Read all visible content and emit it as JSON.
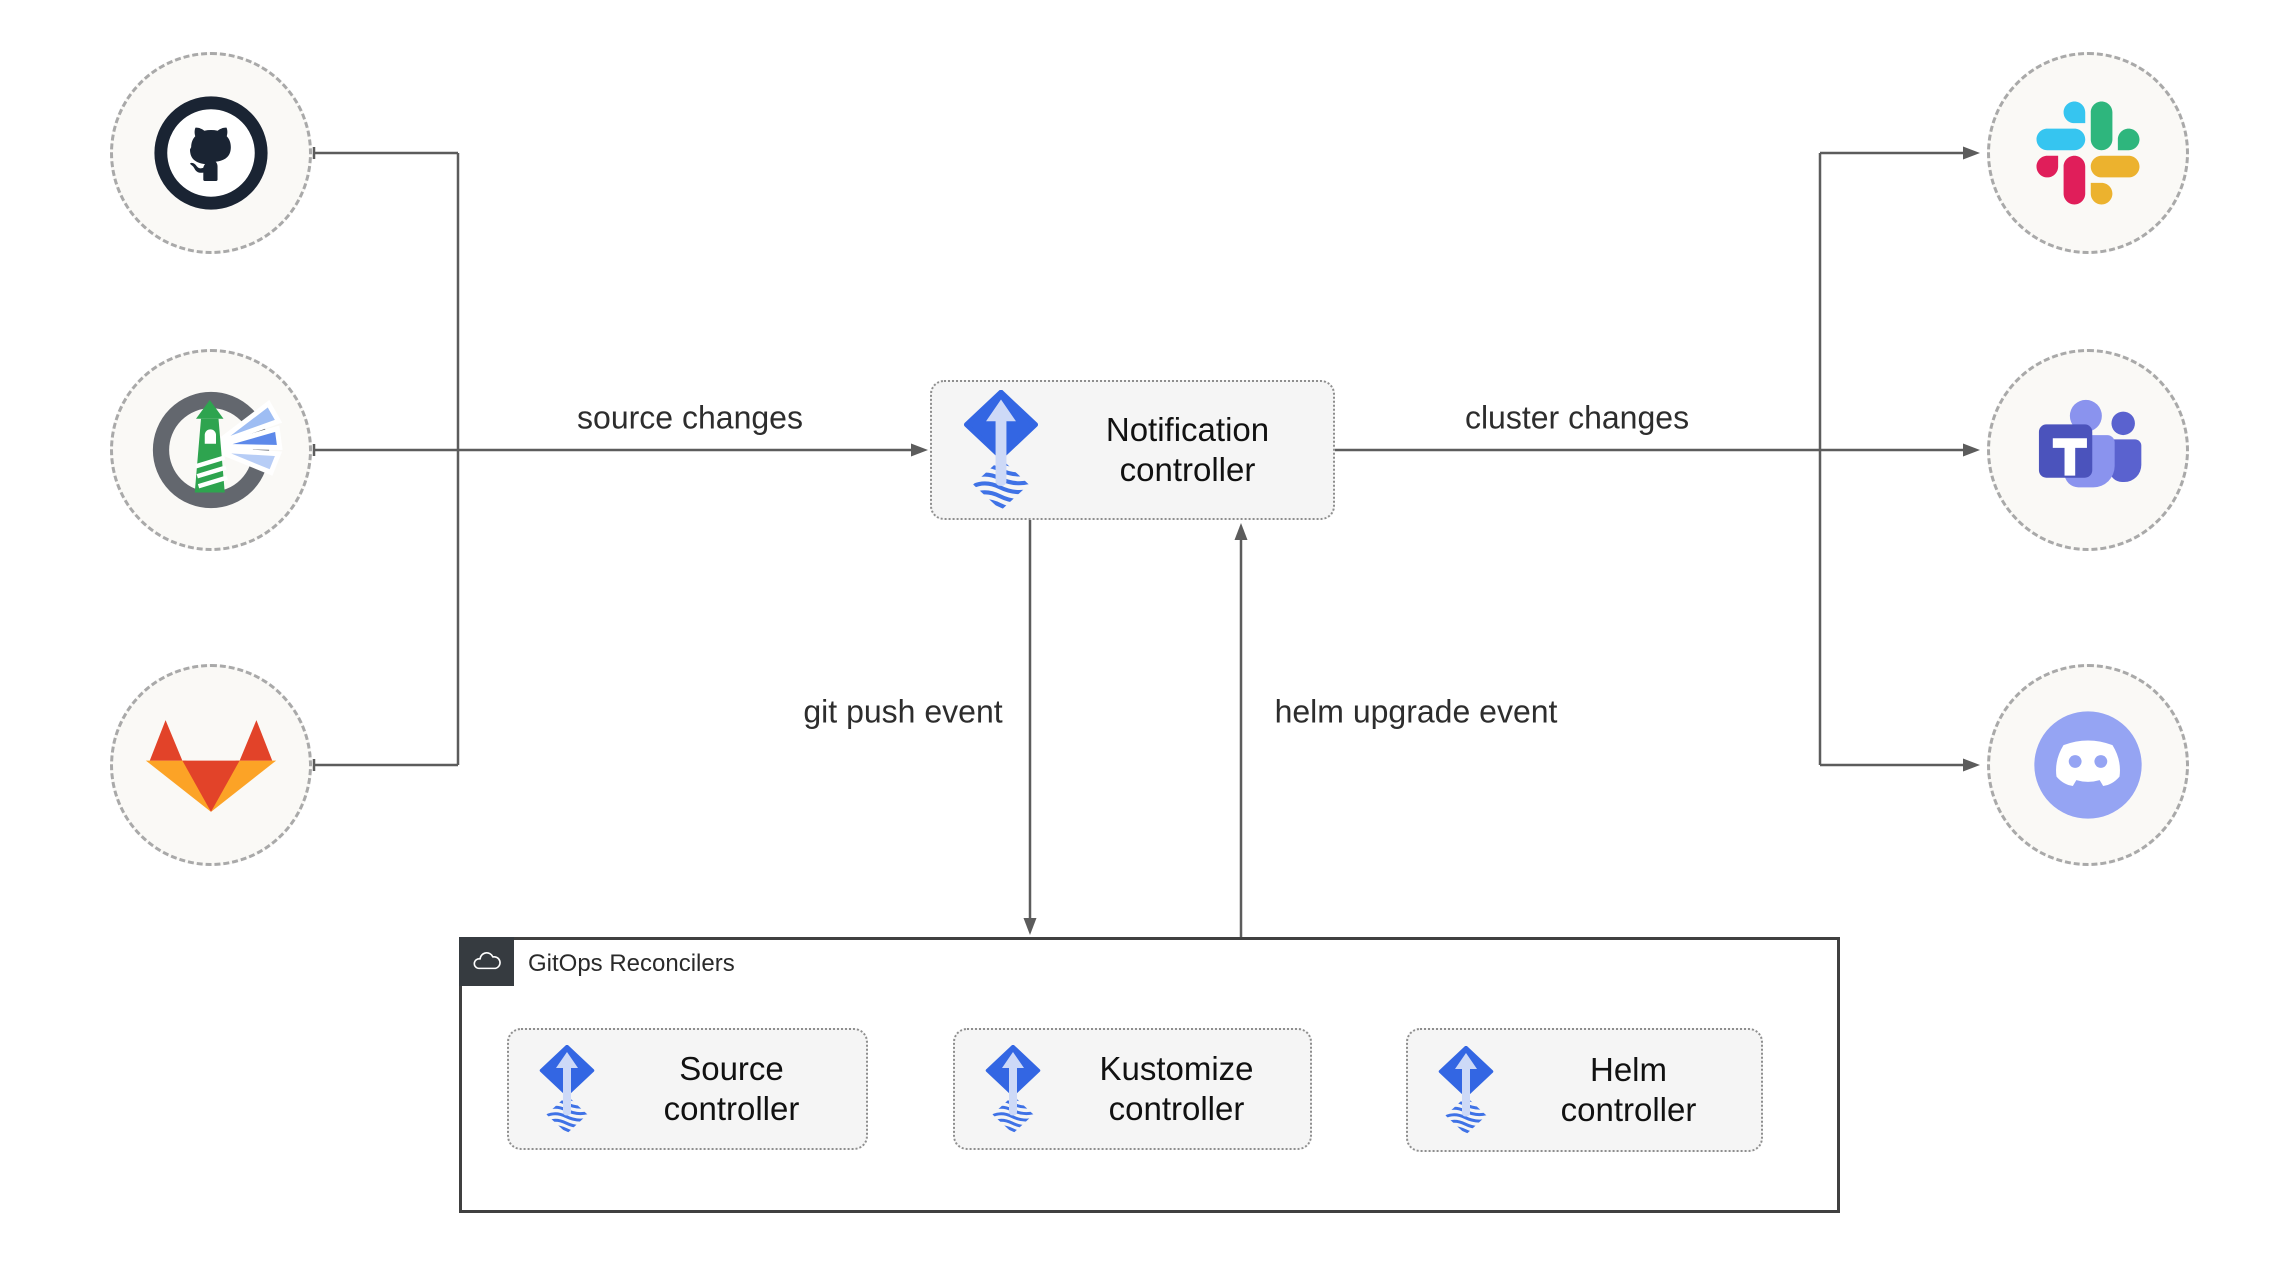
{
  "diagram": {
    "notification": {
      "label": "Notification controller"
    },
    "reconcilers": {
      "title": "GitOps Reconcilers",
      "nodes": [
        {
          "id": "source",
          "label": "Source controller"
        },
        {
          "id": "kustomize",
          "label": "Kustomize controller"
        },
        {
          "id": "helm",
          "label": "Helm controller"
        }
      ]
    },
    "edge_labels": {
      "source_changes": "source changes",
      "cluster_changes": "cluster changes",
      "git_push_event": "git push event",
      "helm_upgrade_event": "helm upgrade event"
    },
    "sources": [
      {
        "icon": "github-icon"
      },
      {
        "icon": "harbor-icon"
      },
      {
        "icon": "gitlab-icon"
      }
    ],
    "targets": [
      {
        "icon": "slack-icon"
      },
      {
        "icon": "teams-icon"
      },
      {
        "icon": "discord-icon"
      }
    ],
    "colors": {
      "flux_blue": "#3366e3",
      "flux_arrow": "#cdd9f7",
      "wire": "#5c5c5c",
      "node_fill": "#f5f5f5",
      "circle_fill": "#faf9f6",
      "container_border": "#404040",
      "tab_background": "#363b40",
      "github": "#1a2433",
      "harbor_green": "#2ea44f",
      "gitlab_red": "#e24329",
      "gitlab_amber": "#fca326",
      "slack": [
        "#36c5f0",
        "#2eb67d",
        "#ecb22e",
        "#e01e5a"
      ],
      "teams": "#4b53bc",
      "discord": "#95a4f3"
    }
  }
}
